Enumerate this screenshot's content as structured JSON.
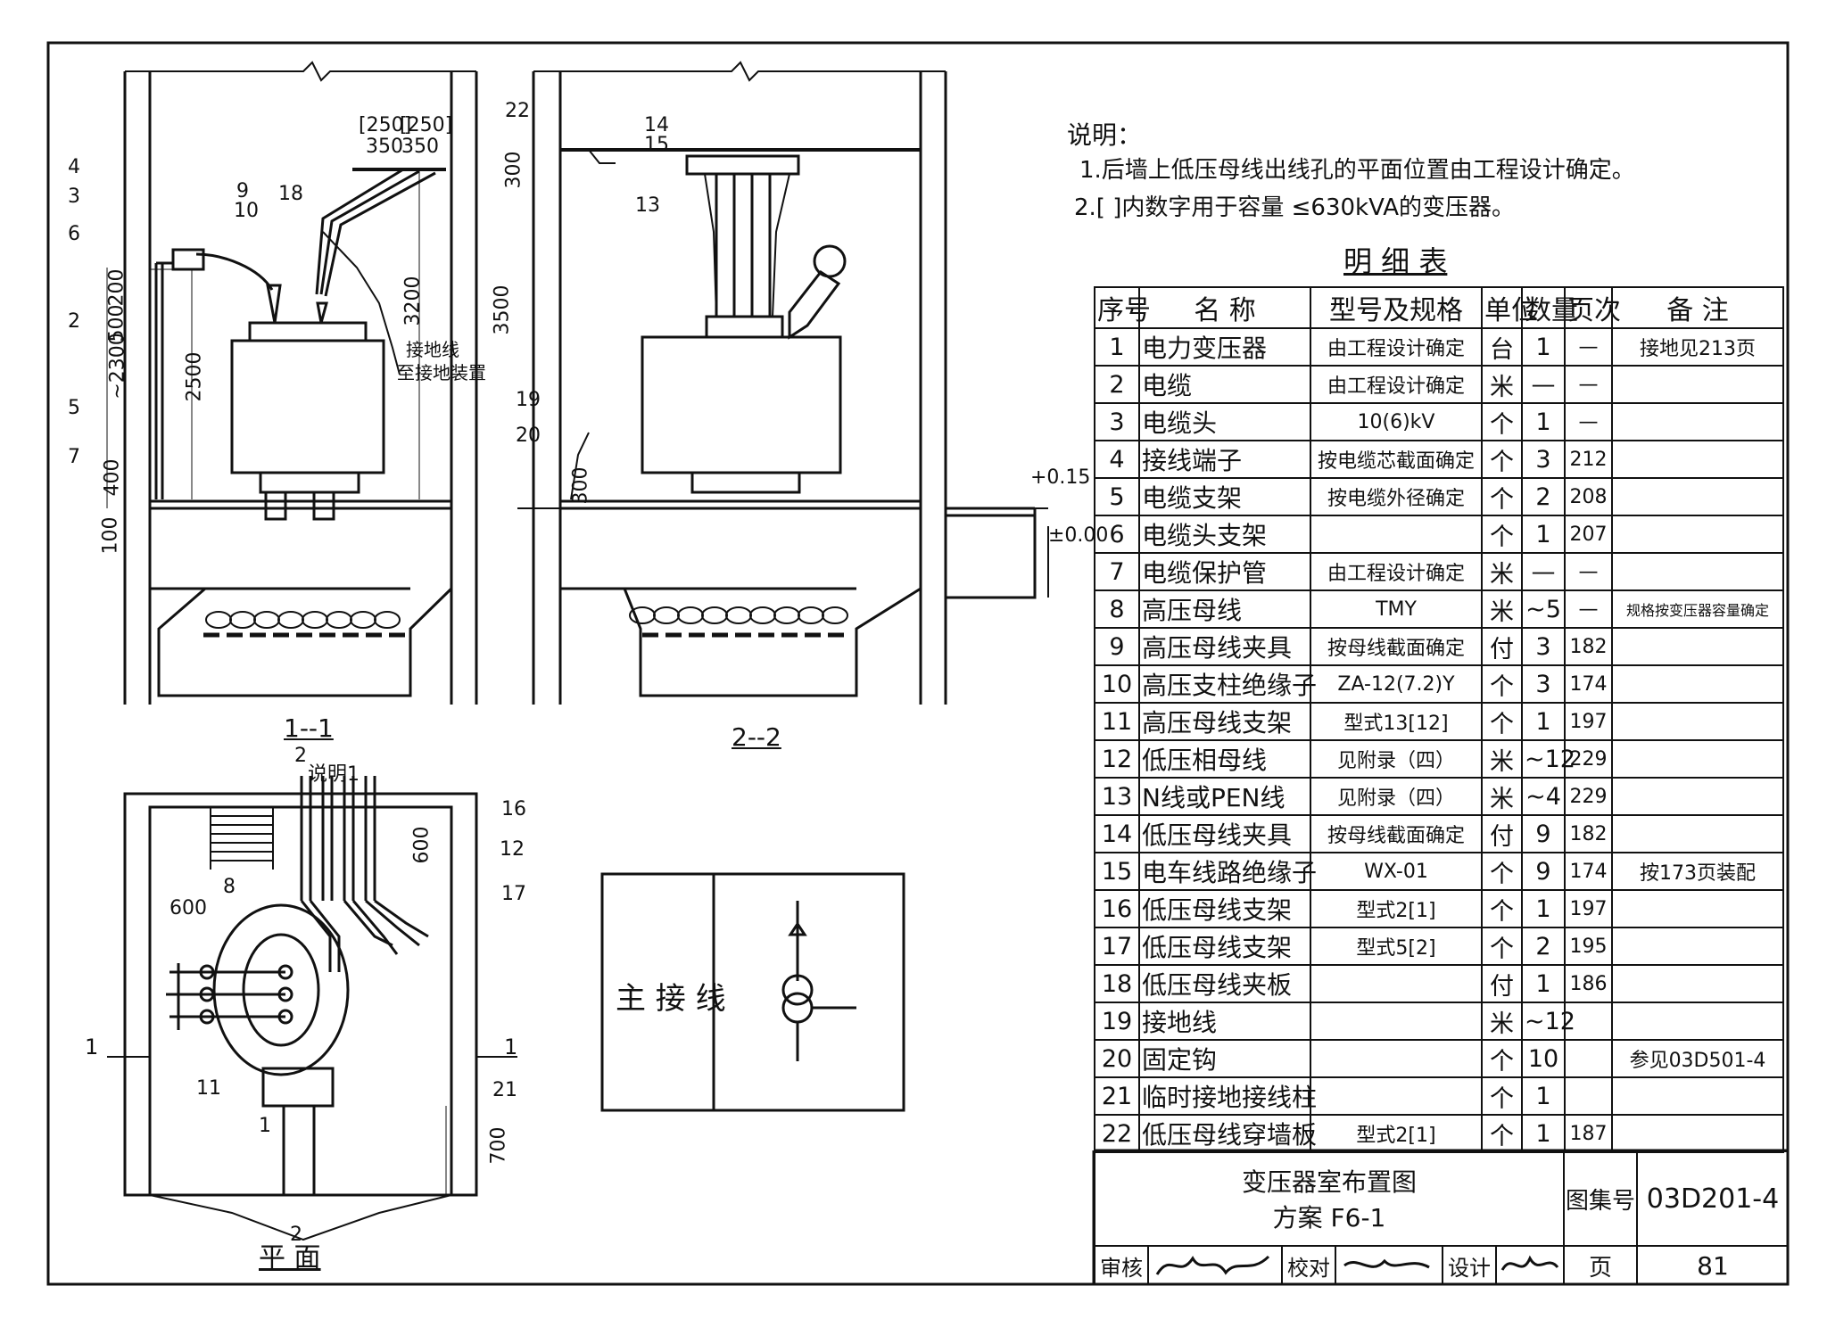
{
  "notes": {
    "heading": "说明：",
    "lines": [
      "1.后墙上低压母线出线孔的平面位置由工程设计确定。",
      "2.[ ]内数字用于容量 ≤630kVA的变压器。"
    ]
  },
  "bom": {
    "title": "明 细 表",
    "headers": [
      "序号",
      "名  称",
      "型号及规格",
      "单位",
      "数量",
      "页次",
      "备  注"
    ],
    "rows": [
      [
        "1",
        "电力变压器",
        "由工程设计确定",
        "台",
        "1",
        "—",
        "接地见213页"
      ],
      [
        "2",
        "电缆",
        "由工程设计确定",
        "米",
        "—",
        "—",
        ""
      ],
      [
        "3",
        "电缆头",
        "10(6)kV",
        "个",
        "1",
        "—",
        ""
      ],
      [
        "4",
        "接线端子",
        "按电缆芯截面确定",
        "个",
        "3",
        "212",
        ""
      ],
      [
        "5",
        "电缆支架",
        "按电缆外径确定",
        "个",
        "2",
        "208",
        ""
      ],
      [
        "6",
        "电缆头支架",
        "",
        "个",
        "1",
        "207",
        ""
      ],
      [
        "7",
        "电缆保护管",
        "由工程设计确定",
        "米",
        "—",
        "—",
        ""
      ],
      [
        "8",
        "高压母线",
        "TMY",
        "米",
        "~5",
        "—",
        "规格按变压器容量确定"
      ],
      [
        "9",
        "高压母线夹具",
        "按母线截面确定",
        "付",
        "3",
        "182",
        ""
      ],
      [
        "10",
        "高压支柱绝缘子",
        "ZA-12(7.2)Y",
        "个",
        "3",
        "174",
        ""
      ],
      [
        "11",
        "高压母线支架",
        "型式13[12]",
        "个",
        "1",
        "197",
        ""
      ],
      [
        "12",
        "低压相母线",
        "见附录（四）",
        "米",
        "~12",
        "229",
        ""
      ],
      [
        "13",
        "N线或PEN线",
        "见附录（四）",
        "米",
        "~4",
        "229",
        ""
      ],
      [
        "14",
        "低压母线夹具",
        "按母线截面确定",
        "付",
        "9",
        "182",
        ""
      ],
      [
        "15",
        "电车线路绝缘子",
        "WX-01",
        "个",
        "9",
        "174",
        "按173页装配"
      ],
      [
        "16",
        "低压母线支架",
        "型式2[1]",
        "个",
        "1",
        "197",
        ""
      ],
      [
        "17",
        "低压母线支架",
        "型式5[2]",
        "个",
        "2",
        "195",
        ""
      ],
      [
        "18",
        "低压母线夹板",
        "",
        "付",
        "1",
        "186",
        ""
      ],
      [
        "19",
        "接地线",
        "",
        "米",
        "~12",
        "",
        ""
      ],
      [
        "20",
        "固定钩",
        "",
        "个",
        "10",
        "",
        "参见03D501-4"
      ],
      [
        "21",
        "临时接地接线柱",
        "",
        "个",
        "1",
        "",
        ""
      ],
      [
        "22",
        "低压母线穿墙板",
        "型式2[1]",
        "个",
        "1",
        "187",
        ""
      ]
    ]
  },
  "title_block": {
    "drawing_title": "变压器室布置图",
    "scheme": "方案 F6-1",
    "atlas_label": "图集号",
    "atlas_no": "03D201-4",
    "page_label": "页",
    "page_no": "81",
    "review_label": "审核",
    "check_label": "校对",
    "design_label": "设计"
  },
  "views": {
    "section_1": "1--1",
    "section_2": "2--2",
    "plan": "平  面",
    "section_mark_1": "1",
    "section_mark_2": "2",
    "main_wiring": "主 接 线"
  },
  "dims": {
    "d250a": "[250]",
    "d250b": "[250]",
    "d350a": "350",
    "d350b": "350",
    "d200": "200",
    "d500": "500",
    "d2300": "~2300",
    "d2500": "2500",
    "d3200": "3200",
    "d400": "400",
    "d100": "100",
    "d3500": "3500",
    "d300a": "300",
    "d300b": "300",
    "d600a": "600",
    "d600b": "600",
    "d700": "700",
    "elev1": "+0.15",
    "elev2": "±0.00",
    "note1": "说明1"
  },
  "callouts": {
    "c1": "1",
    "c2": "2",
    "c3": "3",
    "c4": "4",
    "c5": "5",
    "c6": "6",
    "c7": "7",
    "c8": "8",
    "c9": "9",
    "c10": "10",
    "c11": "11",
    "c12": "12",
    "c13": "13",
    "c14": "14",
    "c15": "15",
    "c16": "16",
    "c17": "17",
    "c18": "18",
    "c19": "19",
    "c20": "20",
    "c21": "21",
    "c22": "22"
  },
  "text_labels": {
    "ground_wire": "接地线",
    "to_ground": "至接地装置"
  }
}
